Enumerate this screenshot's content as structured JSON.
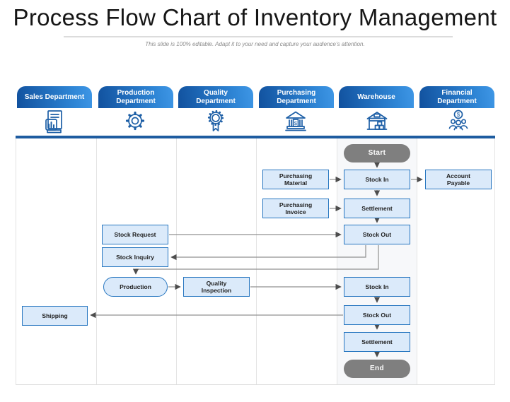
{
  "slide": {
    "title": "Process Flow Chart of Inventory Management",
    "subtitle": "This slide is 100% editable. Adapt it to your need and capture your audience’s attention."
  },
  "colors": {
    "tab_gradient_dark": "#11519e",
    "tab_gradient_light": "#3f97e6",
    "header_bar": "#1e5ca0",
    "node_fill": "#dbeafa",
    "node_border": "#2776c0",
    "terminal_fill": "#7f7f7f",
    "arrow_line": "#909090",
    "arrow_head": "#4d4d4d",
    "icon_stroke": "#1d5fa6"
  },
  "lanes": [
    {
      "label": "Sales Department",
      "icon": "sales-report-icon"
    },
    {
      "label": "Production Department",
      "icon": "gear-icon"
    },
    {
      "label": "Quality Department",
      "icon": "award-ribbon-icon"
    },
    {
      "label": "Purchasing Department",
      "icon": "bank-icon"
    },
    {
      "label": "Warehouse",
      "icon": "warehouse-icon"
    },
    {
      "label": "Financial Department",
      "icon": "finance-team-icon"
    }
  ],
  "flow": {
    "nodes": [
      {
        "label": "Start",
        "lane": "Warehouse",
        "shape": "terminal"
      },
      {
        "label": "Purchasing Material",
        "lane": "Purchasing Department",
        "shape": "process"
      },
      {
        "label": "Stock In",
        "lane": "Warehouse",
        "shape": "process"
      },
      {
        "label": "Account Payable",
        "lane": "Financial Department",
        "shape": "process"
      },
      {
        "label": "Purchasing Invoice",
        "lane": "Purchasing Department",
        "shape": "process"
      },
      {
        "label": "Settlement",
        "lane": "Warehouse",
        "shape": "process"
      },
      {
        "label": "Stock Request",
        "lane": "Production Department",
        "shape": "process"
      },
      {
        "label": "Stock Out",
        "lane": "Warehouse",
        "shape": "process"
      },
      {
        "label": "Stock Inquiry",
        "lane": "Production Department",
        "shape": "process"
      },
      {
        "label": "Production",
        "lane": "Production Department",
        "shape": "pill"
      },
      {
        "label": "Quality Inspection",
        "lane": "Quality Department",
        "shape": "process"
      },
      {
        "label": "Stock In",
        "lane": "Warehouse",
        "shape": "process"
      },
      {
        "label": "Shipping",
        "lane": "Sales Department",
        "shape": "process"
      },
      {
        "label": "Stock Out",
        "lane": "Warehouse",
        "shape": "process"
      },
      {
        "label": "Settlement",
        "lane": "Warehouse",
        "shape": "process"
      },
      {
        "label": "End",
        "lane": "Warehouse",
        "shape": "terminal"
      }
    ],
    "connections": [
      {
        "from": 0,
        "to": 2
      },
      {
        "from": 1,
        "to": 2
      },
      {
        "from": 2,
        "to": 3
      },
      {
        "from": 2,
        "to": 5
      },
      {
        "from": 4,
        "to": 5
      },
      {
        "from": 5,
        "to": 7
      },
      {
        "from": 6,
        "to": 7
      },
      {
        "from": 7,
        "to": 8
      },
      {
        "from": 7,
        "to": 9
      },
      {
        "from": 9,
        "to": 10
      },
      {
        "from": 10,
        "to": 11
      },
      {
        "from": 11,
        "to": 13
      },
      {
        "from": 13,
        "to": 12
      },
      {
        "from": 13,
        "to": 14
      },
      {
        "from": 14,
        "to": 15
      }
    ]
  }
}
